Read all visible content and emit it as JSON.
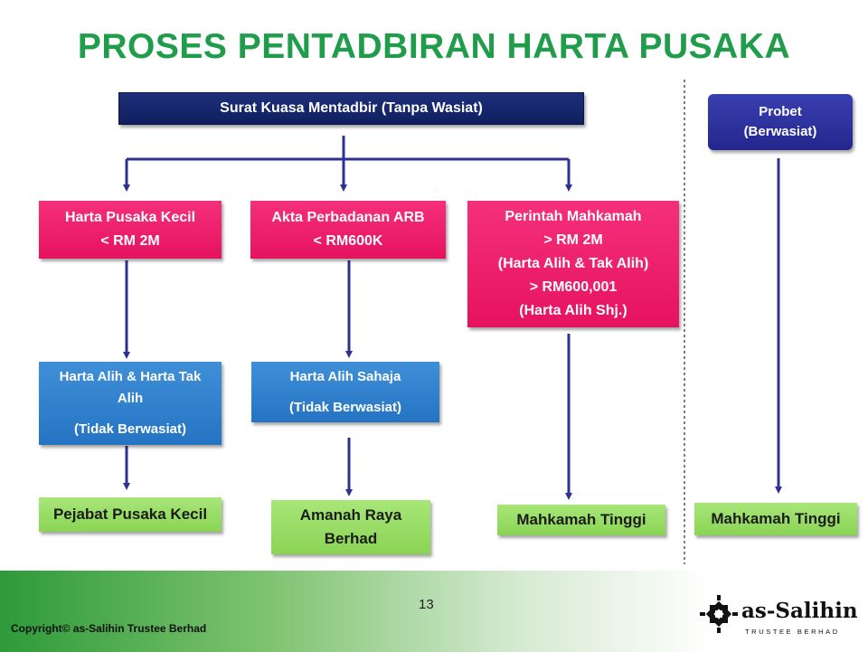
{
  "title": "PROSES PENTADBIRAN HARTA PUSAKA",
  "top_box": "Surat Kuasa Mentadbir (Tanpa Wasiat)",
  "probet": {
    "line1": "Probet",
    "line2": "(Berwasiat)"
  },
  "branch1": {
    "pink": [
      "Harta Pusaka Kecil",
      "< RM 2M"
    ],
    "blue": [
      "Harta Alih & Harta Tak",
      "Alih",
      "(Tidak Berwasiat)"
    ],
    "green": "Pejabat Pusaka Kecil"
  },
  "branch2": {
    "pink": [
      "Akta Perbadanan ARB",
      "< RM600K"
    ],
    "blue": [
      "Harta Alih Sahaja",
      "(Tidak Berwasiat)"
    ],
    "green": [
      "Amanah Raya",
      "Berhad"
    ]
  },
  "branch3": {
    "pink": [
      "Perintah Mahkamah",
      "> RM 2M",
      "(Harta Alih & Tak Alih)",
      "> RM600,001",
      "(Harta Alih Shj.)"
    ],
    "green": "Mahkamah Tinggi"
  },
  "branch4": {
    "green": "Mahkamah Tinggi"
  },
  "footer": {
    "page_number": "13",
    "copyright": "Copyright© as-Salihin Trustee Berhad",
    "logo_name": "as-Salihin",
    "logo_sub": "TRUSTEE BERHAD"
  },
  "colors": {
    "title": "#1f9d4a",
    "navy": "#13236a",
    "pink": "#ec1a67",
    "blue": "#2f80cd",
    "green": "#92d95f",
    "arrow": "#2e3192"
  }
}
